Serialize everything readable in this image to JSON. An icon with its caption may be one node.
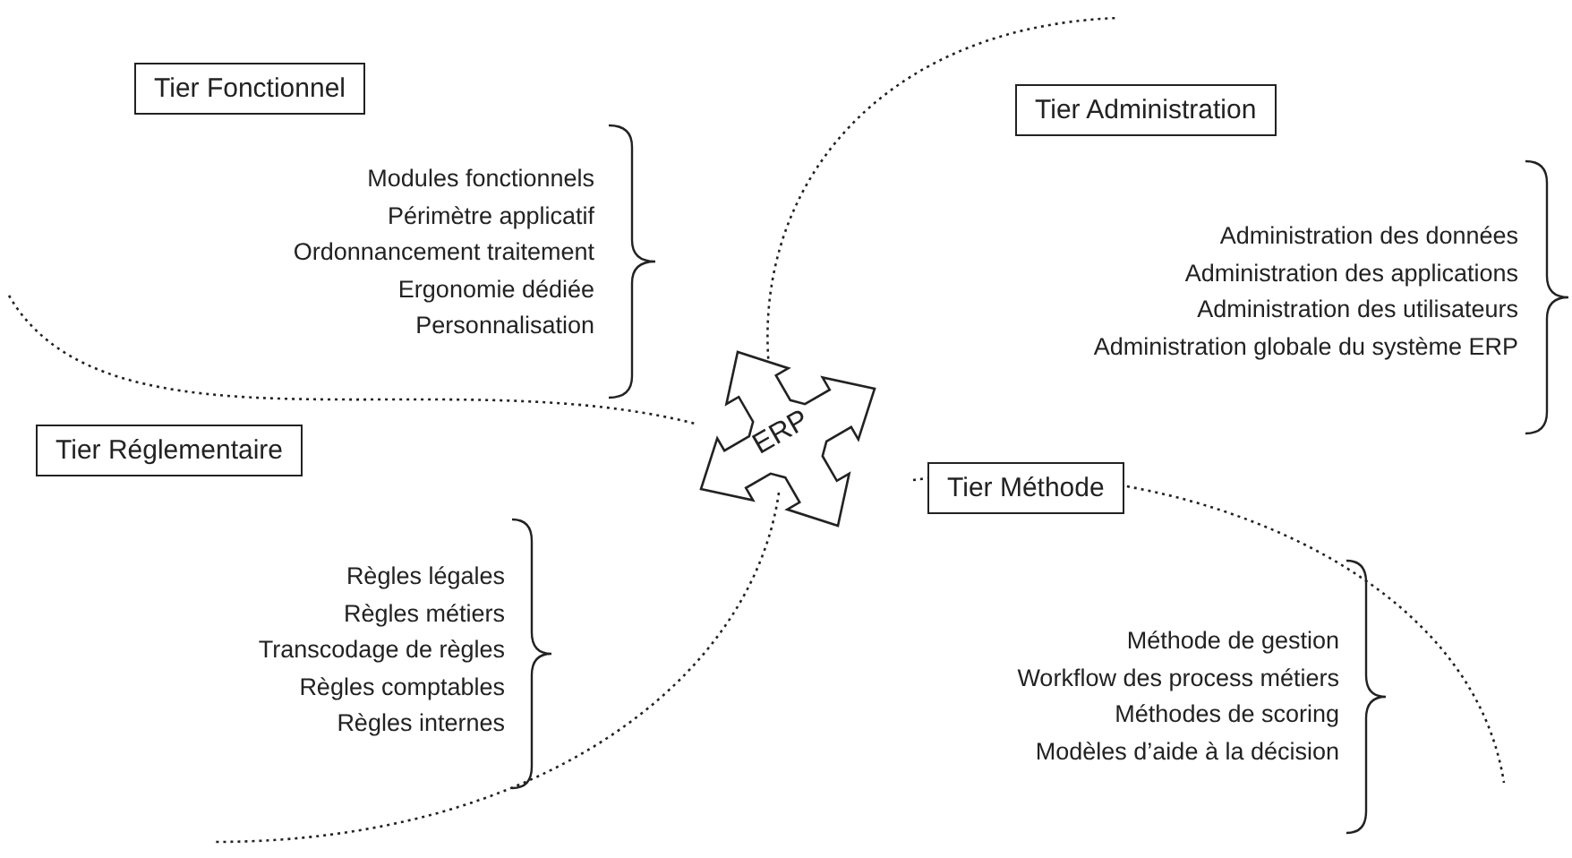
{
  "diagram": {
    "nodes": [
      {
        "text": [
          "Tier Fonctionnel"
        ]
      },
      {
        "text": [
          "Tier Administration"
        ]
      },
      {
        "text": [
          "ERP"
        ]
      },
      {
        "text": [
          "Tier Réglementaire"
        ]
      },
      {
        "text": [
          "Tier Méthode"
        ]
      }
    ],
    "labels": [
      "Modules fonctionnels",
      "Périmètre applicatif",
      "Ordonnancement traitement",
      "Ergonomie dédiée",
      "Personnalisation",
      "Administration des données",
      "Administration des applications",
      "Administration des utilisateurs",
      "Administration globale du système ERP",
      "Règles légales",
      "Règles métiers",
      "Transcodage de règles",
      "Règles comptables",
      "Règles internes",
      "Méthode de gestion",
      "Workflow des process métiers",
      "Méthodes de scoring",
      "Modèles d’aide à la décision"
    ]
  }
}
